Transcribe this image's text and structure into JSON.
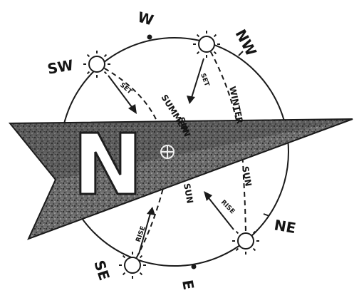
{
  "directions": {
    "w": "W",
    "nw": "NW",
    "sw": "SW",
    "ne": "NE",
    "se": "SE",
    "e": "E"
  },
  "paths": {
    "summer": "SUMMER",
    "winter": "WINTER",
    "sun_upper": "SUN",
    "sun_lower": "SUN",
    "winter_sun": "SUN"
  },
  "arrows": {
    "set_left": "SET",
    "set_right": "SET",
    "rise_left": "RISE",
    "rise_right": "RISE"
  },
  "north_letter": "N",
  "colors": {
    "ink": "#141414",
    "arrow_fill": "#6a6a6a",
    "arrow_dark": "#2a2a2a",
    "paper": "#ffffff"
  }
}
